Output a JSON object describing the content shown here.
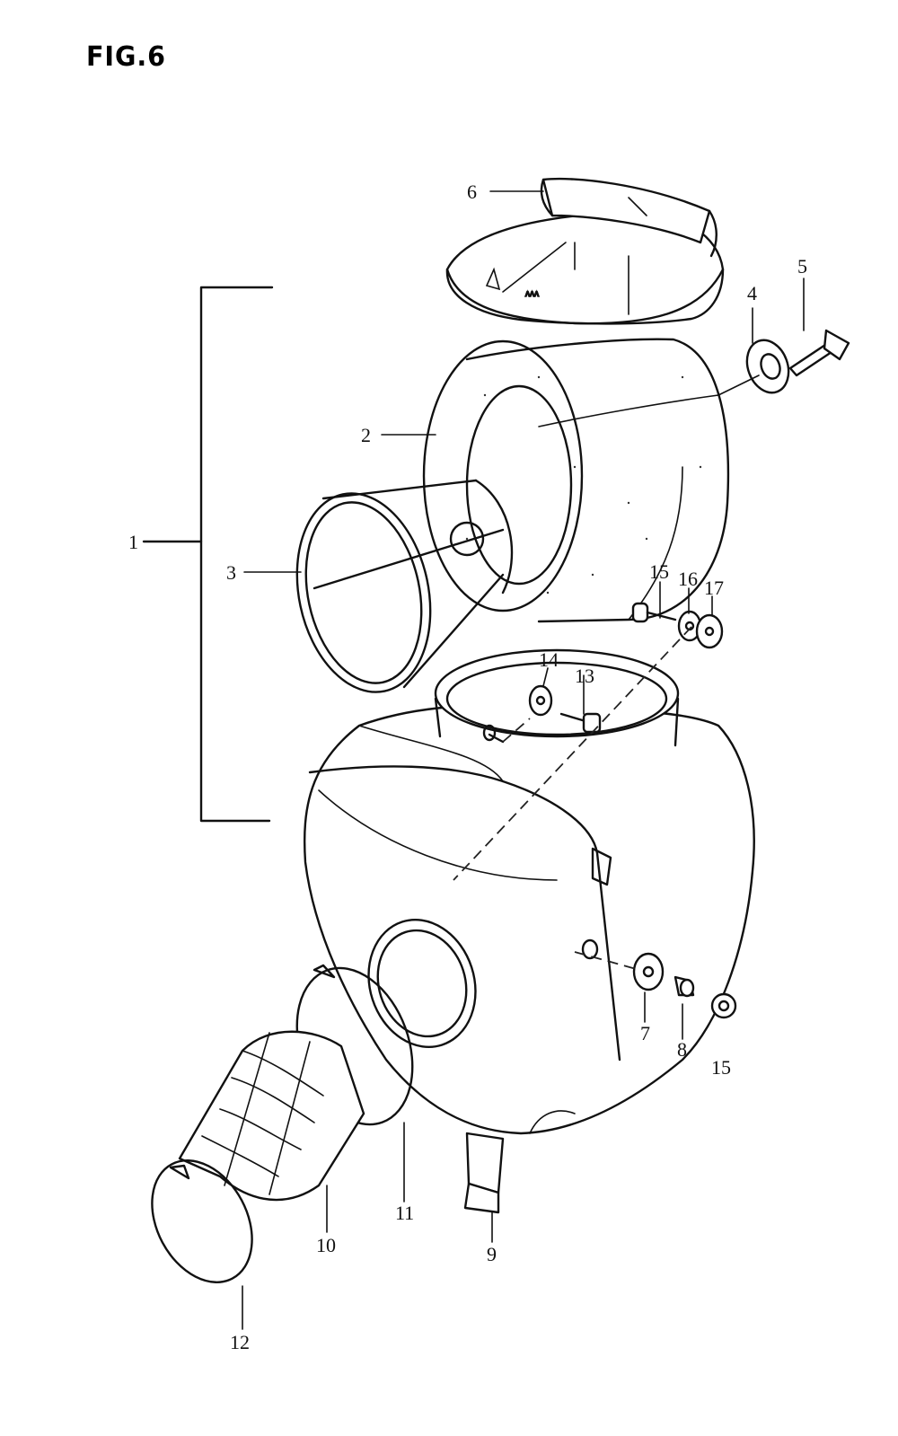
{
  "figure": {
    "title": "FIG.6"
  },
  "callouts": [
    {
      "id": "1",
      "text": "1"
    },
    {
      "id": "2",
      "text": "2"
    },
    {
      "id": "3",
      "text": "3"
    },
    {
      "id": "4a",
      "text": "4"
    },
    {
      "id": "5",
      "text": "5"
    },
    {
      "id": "6",
      "text": "6"
    },
    {
      "id": "7",
      "text": "7"
    },
    {
      "id": "8",
      "text": "8"
    },
    {
      "id": "9",
      "text": "9"
    },
    {
      "id": "10",
      "text": "10"
    },
    {
      "id": "11",
      "text": "11"
    },
    {
      "id": "12",
      "text": "12"
    },
    {
      "id": "13",
      "text": "13"
    },
    {
      "id": "14",
      "text": "14"
    },
    {
      "id": "15a",
      "text": "15"
    },
    {
      "id": "15b",
      "text": "15"
    },
    {
      "id": "16",
      "text": "16"
    },
    {
      "id": "17",
      "text": "17"
    }
  ]
}
